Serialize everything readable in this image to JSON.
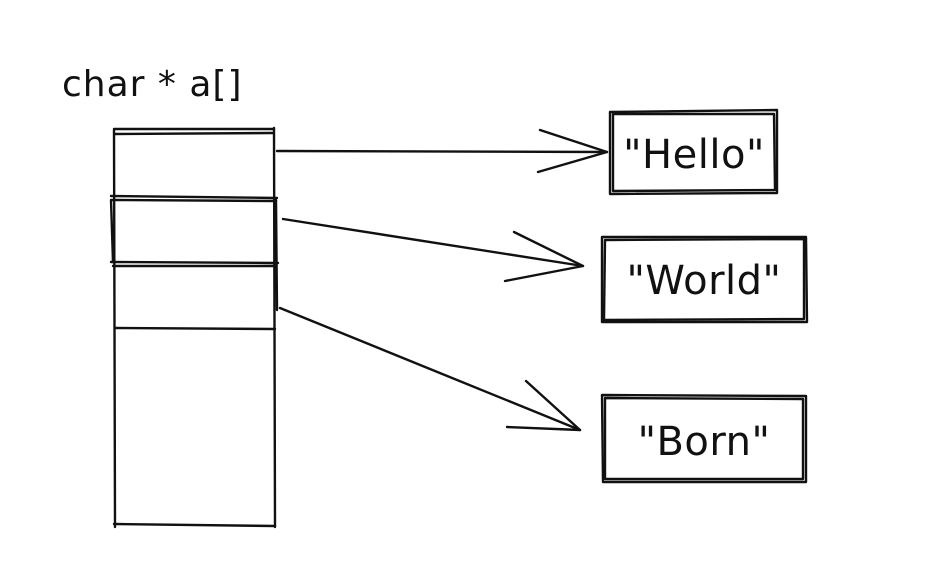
{
  "declaration": "char * a[]",
  "strings": [
    {
      "text": "\"Hello\""
    },
    {
      "text": "\"World\""
    },
    {
      "text": "\"Born\""
    }
  ],
  "colors": {
    "ink": "#111111",
    "background": "#ffffff"
  }
}
